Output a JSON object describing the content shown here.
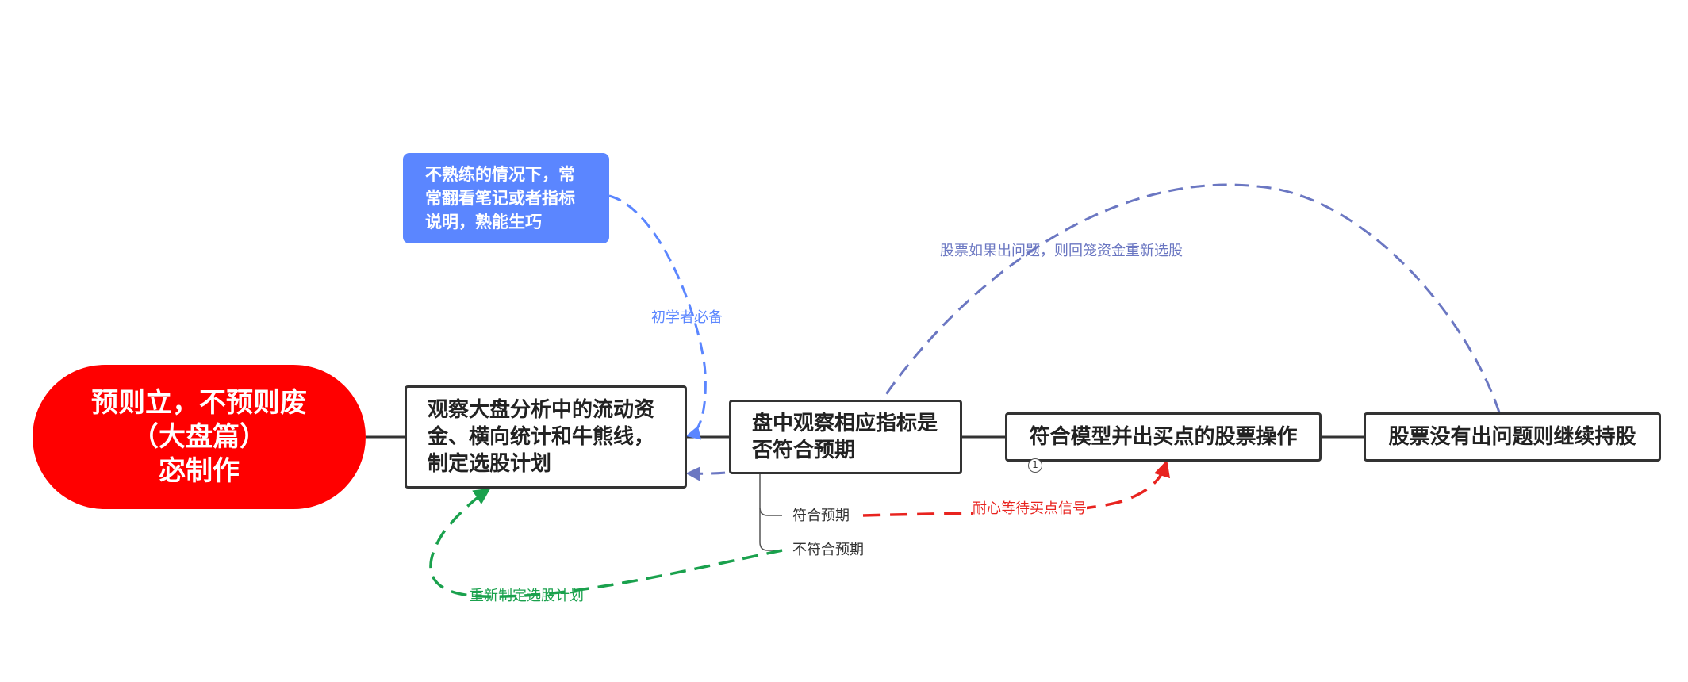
{
  "root": {
    "text": "预则立，不预则废\n（大盘篇）\n宓制作"
  },
  "note": {
    "text": "不熟练的情况下，常\n常翻看笔记或者指标\n说明，熟能生巧"
  },
  "topics": [
    {
      "text": "观察大盘分析中的流动资\n金、横向统计和牛熊线，\n制定选股计划"
    },
    {
      "text": "盘中观察相应指标是\n否符合预期"
    },
    {
      "text": "符合模型并出买点的股票操作",
      "badge": "1"
    },
    {
      "text": "股票没有出问题则继续持股"
    }
  ],
  "subtopics": [
    {
      "text": "符合预期"
    },
    {
      "text": "不符合预期"
    }
  ],
  "relationships": [
    {
      "label": "初学者必备",
      "color": "#5b86ff"
    },
    {
      "label": "股票如果出问题，则回笼资金重新选股",
      "color": "#6b77c2"
    },
    {
      "label": "耐心等待买点信号",
      "color": "#e8231f"
    },
    {
      "label": "重新制定选股计划",
      "color": "#1aa14d"
    }
  ]
}
